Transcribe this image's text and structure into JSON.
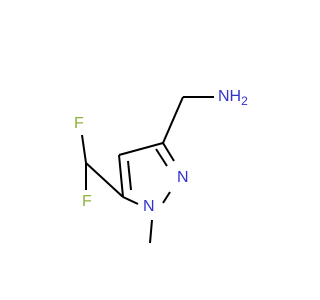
{
  "molecule": {
    "atoms": {
      "nh2": "NH",
      "nh2_subscript": "2",
      "n2": "N",
      "n1": "N",
      "f_top": "F",
      "f_bottom": "F"
    },
    "colors": {
      "bond": "#000000",
      "nitrogen": "#3333cc",
      "fluorine": "#8fb33a"
    }
  }
}
